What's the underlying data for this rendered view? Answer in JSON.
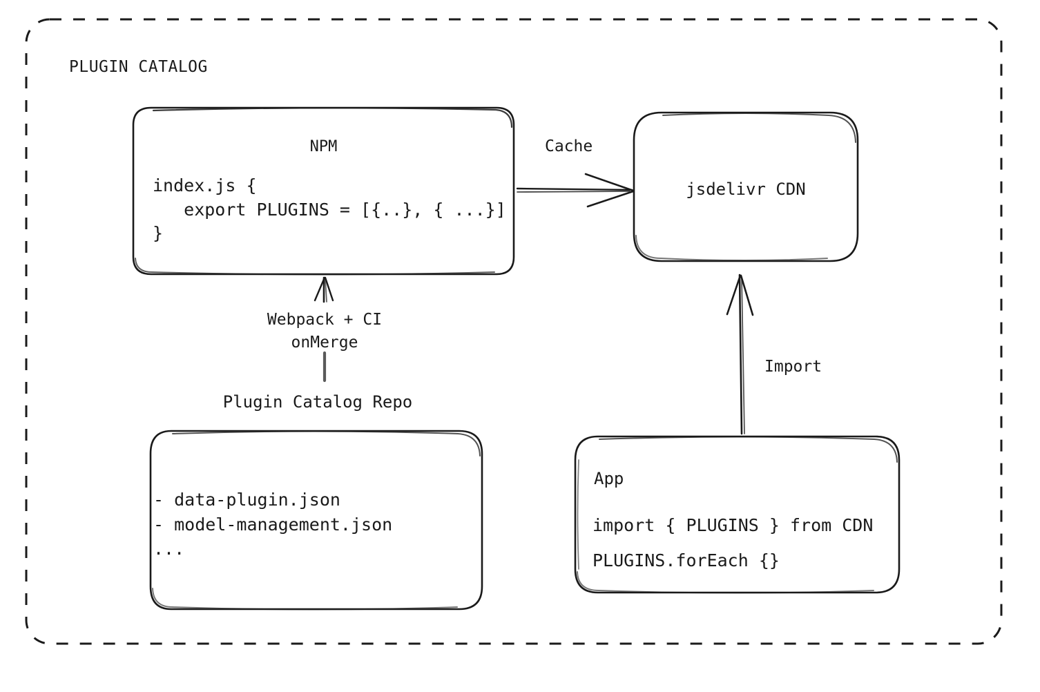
{
  "diagram": {
    "title": "PLUGIN CATALOG",
    "stroke_color": "#1a1a1a",
    "background_color": "#ffffff",
    "border_style": "dashed-rounded"
  },
  "nodes": {
    "npm": {
      "title": "NPM",
      "code_lines": [
        "index.js {",
        "   export PLUGINS = [{..}, { ...}]",
        "}"
      ]
    },
    "cdn": {
      "title": "jsdelivr CDN"
    },
    "repo": {
      "caption": "Plugin Catalog Repo",
      "items": [
        "- data-plugin.json",
        "- model-management.json",
        "..."
      ]
    },
    "app": {
      "title": "App",
      "code_lines": [
        "import { PLUGINS } from CDN",
        "PLUGINS.forEach {}"
      ]
    }
  },
  "edges": {
    "npm_to_cdn": {
      "label": "Cache",
      "direction": "right"
    },
    "app_to_cdn": {
      "label": "Import",
      "direction": "up"
    },
    "repo_to_npm": {
      "label_line1": "Webpack + CI",
      "label_line2": "onMerge",
      "direction": "up"
    }
  }
}
